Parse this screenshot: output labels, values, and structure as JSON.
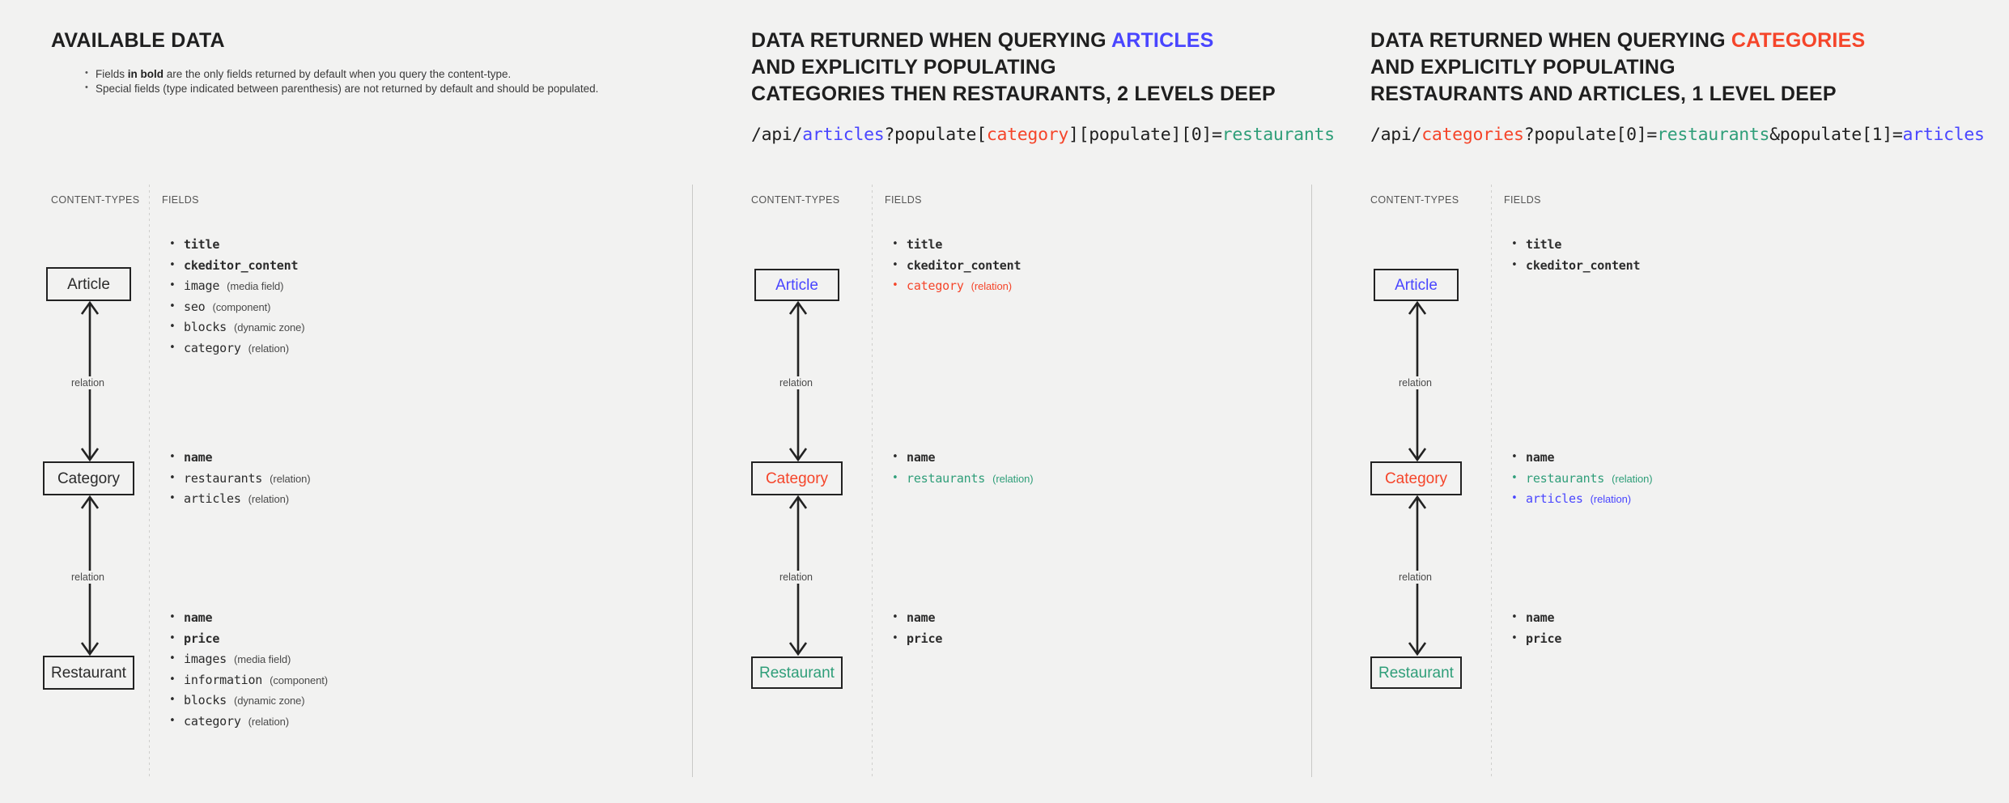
{
  "colors": {
    "background": "#f2f2f1",
    "ink": "#2b2b2b",
    "blue": "#4945ff",
    "red": "#f5452a",
    "green": "#2f9e79"
  },
  "columns": [
    {
      "id": "available-data",
      "header": {
        "lines": [
          "AVAILABLE DATA"
        ],
        "accent_word": "",
        "accent_color": ""
      },
      "notes": [
        {
          "pre": "Fields ",
          "bold": "in bold",
          "post": " are the only fields returned by default when you query the content-type."
        },
        {
          "pre": "Special fields (type indicated between parenthesis) are not returned by default and should be populated.",
          "bold": "",
          "post": ""
        }
      ],
      "api": null,
      "labels": {
        "content_types": "CONTENT-TYPES",
        "fields": "FIELDS"
      },
      "nodes": [
        {
          "name": "Article",
          "color": "ink"
        },
        {
          "name": "Category",
          "color": "ink"
        },
        {
          "name": "Restaurant",
          "color": "ink"
        }
      ],
      "edges": [
        {
          "label": "relation"
        },
        {
          "label": "relation"
        }
      ],
      "field_groups": [
        {
          "for": "Article",
          "items": [
            {
              "name": "title",
              "type": "",
              "bold": true,
              "color": "ink"
            },
            {
              "name": "ckeditor_content",
              "type": "",
              "bold": true,
              "color": "ink"
            },
            {
              "name": "image",
              "type": "(media field)",
              "bold": false,
              "color": "ink"
            },
            {
              "name": "seo",
              "type": "(component)",
              "bold": false,
              "color": "ink"
            },
            {
              "name": "blocks",
              "type": "(dynamic zone)",
              "bold": false,
              "color": "ink"
            },
            {
              "name": "category",
              "type": "(relation)",
              "bold": false,
              "color": "ink"
            }
          ]
        },
        {
          "for": "Category",
          "items": [
            {
              "name": "name",
              "type": "",
              "bold": true,
              "color": "ink"
            },
            {
              "name": "restaurants",
              "type": "(relation)",
              "bold": false,
              "color": "ink"
            },
            {
              "name": "articles",
              "type": "(relation)",
              "bold": false,
              "color": "ink"
            }
          ]
        },
        {
          "for": "Restaurant",
          "items": [
            {
              "name": "name",
              "type": "",
              "bold": true,
              "color": "ink"
            },
            {
              "name": "price",
              "type": "",
              "bold": true,
              "color": "ink"
            },
            {
              "name": "images",
              "type": "(media field)",
              "bold": false,
              "color": "ink"
            },
            {
              "name": "information",
              "type": "(component)",
              "bold": false,
              "color": "ink"
            },
            {
              "name": "blocks",
              "type": "(dynamic zone)",
              "bold": false,
              "color": "ink"
            },
            {
              "name": "category",
              "type": "(relation)",
              "bold": false,
              "color": "ink"
            }
          ]
        }
      ]
    },
    {
      "id": "query-articles",
      "header": {
        "line1_pre": "DATA RETURNED WHEN QUERYING ",
        "line1_accent": "ARTICLES",
        "line1_accent_color": "blue",
        "line2": "AND EXPLICITLY POPULATING",
        "line3": "CATEGORIES THEN RESTAURANTS, 2 LEVELS DEEP"
      },
      "api": [
        {
          "text": "/api/",
          "color": "ink"
        },
        {
          "text": "articles",
          "color": "blue"
        },
        {
          "text": "?populate[",
          "color": "ink"
        },
        {
          "text": "category",
          "color": "red"
        },
        {
          "text": "][populate][0]=",
          "color": "ink"
        },
        {
          "text": "restaurants",
          "color": "green"
        }
      ],
      "labels": {
        "content_types": "CONTENT-TYPES",
        "fields": "FIELDS"
      },
      "nodes": [
        {
          "name": "Article",
          "color": "blue"
        },
        {
          "name": "Category",
          "color": "red"
        },
        {
          "name": "Restaurant",
          "color": "green"
        }
      ],
      "edges": [
        {
          "label": "relation"
        },
        {
          "label": "relation"
        }
      ],
      "field_groups": [
        {
          "for": "Article",
          "items": [
            {
              "name": "title",
              "type": "",
              "bold": true,
              "color": "ink"
            },
            {
              "name": "ckeditor_content",
              "type": "",
              "bold": true,
              "color": "ink"
            },
            {
              "name": "category",
              "type": "(relation)",
              "bold": false,
              "color": "red"
            }
          ]
        },
        {
          "for": "Category",
          "items": [
            {
              "name": "name",
              "type": "",
              "bold": true,
              "color": "ink"
            },
            {
              "name": "restaurants",
              "type": "(relation)",
              "bold": false,
              "color": "green"
            }
          ]
        },
        {
          "for": "Restaurant",
          "items": [
            {
              "name": "name",
              "type": "",
              "bold": true,
              "color": "ink"
            },
            {
              "name": "price",
              "type": "",
              "bold": true,
              "color": "ink"
            }
          ]
        }
      ]
    },
    {
      "id": "query-categories",
      "header": {
        "line1_pre": "DATA RETURNED WHEN QUERYING ",
        "line1_accent": "CATEGORIES",
        "line1_accent_color": "red",
        "line2": "AND EXPLICITLY POPULATING",
        "line3": "RESTAURANTS AND ARTICLES, 1 LEVEL DEEP"
      },
      "api": [
        {
          "text": "/api/",
          "color": "ink"
        },
        {
          "text": "categories",
          "color": "red"
        },
        {
          "text": "?populate[0]=",
          "color": "ink"
        },
        {
          "text": "restaurants",
          "color": "green"
        },
        {
          "text": "&populate[1]=",
          "color": "ink"
        },
        {
          "text": "articles",
          "color": "blue"
        }
      ],
      "labels": {
        "content_types": "CONTENT-TYPES",
        "fields": "FIELDS"
      },
      "nodes": [
        {
          "name": "Article",
          "color": "blue"
        },
        {
          "name": "Category",
          "color": "red"
        },
        {
          "name": "Restaurant",
          "color": "green"
        }
      ],
      "edges": [
        {
          "label": "relation"
        },
        {
          "label": "relation"
        }
      ],
      "field_groups": [
        {
          "for": "Article",
          "items": [
            {
              "name": "title",
              "type": "",
              "bold": true,
              "color": "ink"
            },
            {
              "name": "ckeditor_content",
              "type": "",
              "bold": true,
              "color": "ink"
            }
          ]
        },
        {
          "for": "Category",
          "items": [
            {
              "name": "name",
              "type": "",
              "bold": true,
              "color": "ink"
            },
            {
              "name": "restaurants",
              "type": "(relation)",
              "bold": false,
              "color": "green"
            },
            {
              "name": "articles",
              "type": "(relation)",
              "bold": false,
              "color": "blue"
            }
          ]
        },
        {
          "for": "Restaurant",
          "items": [
            {
              "name": "name",
              "type": "",
              "bold": true,
              "color": "ink"
            },
            {
              "name": "price",
              "type": "",
              "bold": true,
              "color": "ink"
            }
          ]
        }
      ]
    }
  ]
}
